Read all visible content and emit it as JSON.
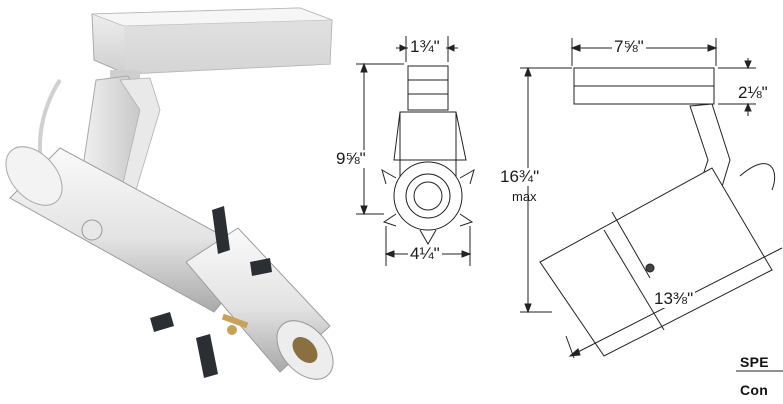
{
  "dimensions": {
    "front_width_top": "1¾\"",
    "front_height": "9⅝\"",
    "front_width_bottom": "4¼\"",
    "side_length": "7⅝\"",
    "side_height": "2⅛\"",
    "overall_height": "16¾\"",
    "overall_height_note": "max",
    "body_length": "13⅜\""
  },
  "section_heading": "SPE",
  "section_subheading": "Con",
  "colors": {
    "fixture_white": "#e6e6e6",
    "fixture_shadow": "#b9b9b9",
    "accent_brass": "#c8a25a",
    "shutter_dark": "#2b2f33",
    "line": "#222222"
  }
}
